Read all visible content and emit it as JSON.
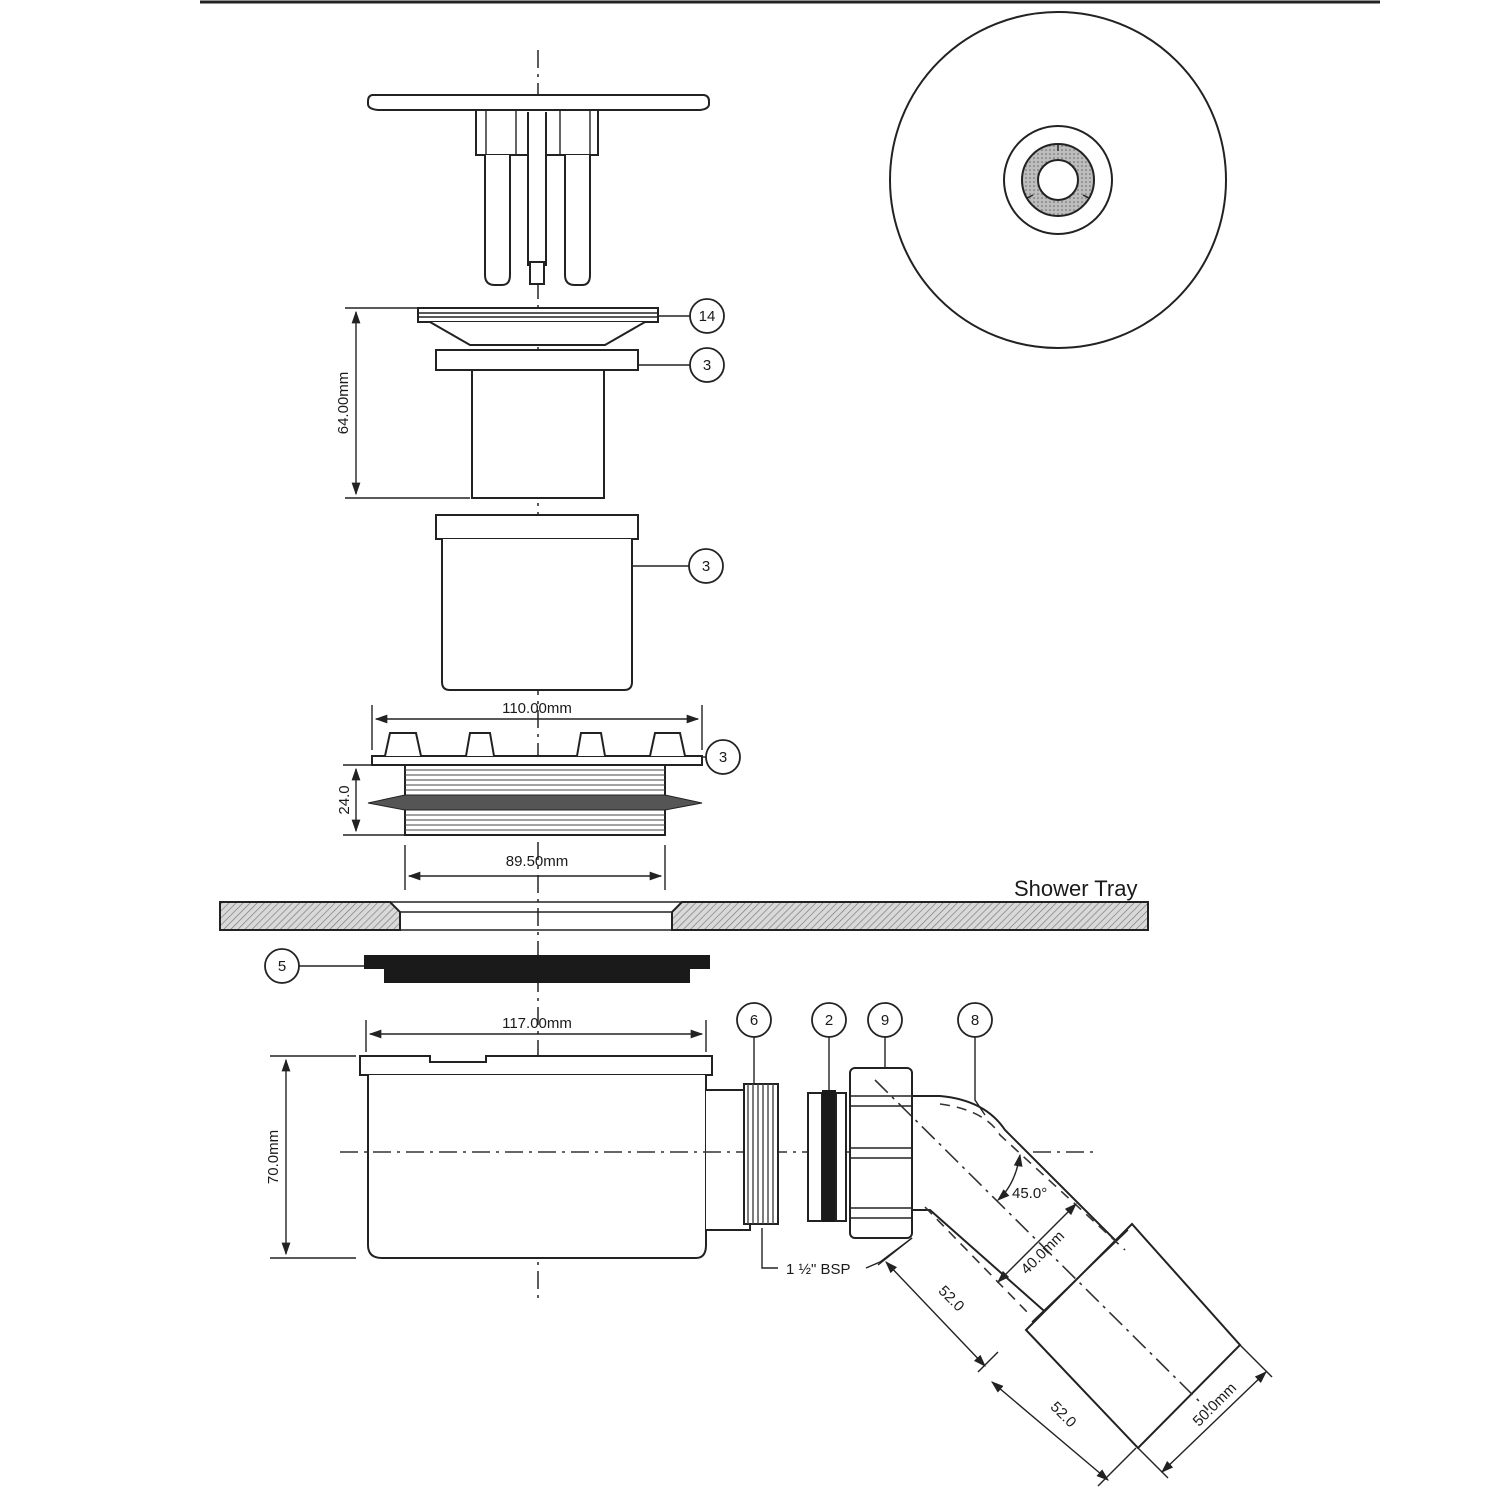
{
  "diagram": {
    "tray_label": "Shower Tray",
    "dimensions": {
      "cap_height": "64.00mm",
      "flange_width": "110.00mm",
      "thread_height": "24.0",
      "thread_width": "89.50mm",
      "trap_width": "117.00mm",
      "trap_height": "70.0mm",
      "thread_size": "1 ½\" BSP",
      "bend_angle": "45.0°",
      "elbow_inner_dia": "40.0mm",
      "elbow_leg_a": "52.0",
      "elbow_leg_b": "52.0",
      "outlet_dia": "50.0mm"
    },
    "callouts": [
      "14",
      "3",
      "3",
      "3",
      "5",
      "6",
      "2",
      "9",
      "8"
    ]
  }
}
